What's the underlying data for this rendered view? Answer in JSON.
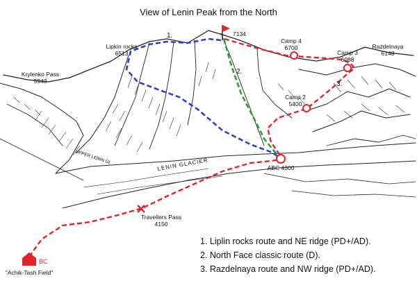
{
  "map": {
    "title": "View of Lenin Peak from the North",
    "summit_label": "7134",
    "route_numbers": {
      "r1": "1.",
      "r2": "2.",
      "r3": "3."
    },
    "places": {
      "lipkin_name": "Lipkin rocks",
      "lipkin_alt": "6513",
      "krylenko_name": "Krylenko Pass",
      "krylenko_alt": "5943",
      "razdelnaya_name": "Razdelnaya",
      "razdelnaya_alt": "6148",
      "camp4_name": "Camp 4",
      "camp4_alt": "6700",
      "camp3_name": "Camp 3",
      "camp3_alt": "6088",
      "camp2_name": "Camp 2",
      "camp2_alt": "5400",
      "abc": "ABC 4300",
      "travellers_name": "Travellers Pass",
      "travellers_alt": "4150",
      "bc": "BC",
      "bc_field": "\"Achik-Tash Field\"",
      "glacier": "LENIN GLACIER",
      "glacier_small": "UPPER LENIN GL"
    },
    "legend": [
      "1. Liplin rocks route and NE ridge (PD+/AD).",
      "2. North Face classic route (D).",
      "3. Razdelnaya route and NW ridge (PD+/AD)."
    ],
    "colors": {
      "route_blue": "#2b3fd6",
      "route_green": "#2aa02a",
      "route_red": "#e0242a",
      "camp_marker": "#e0242a"
    }
  }
}
